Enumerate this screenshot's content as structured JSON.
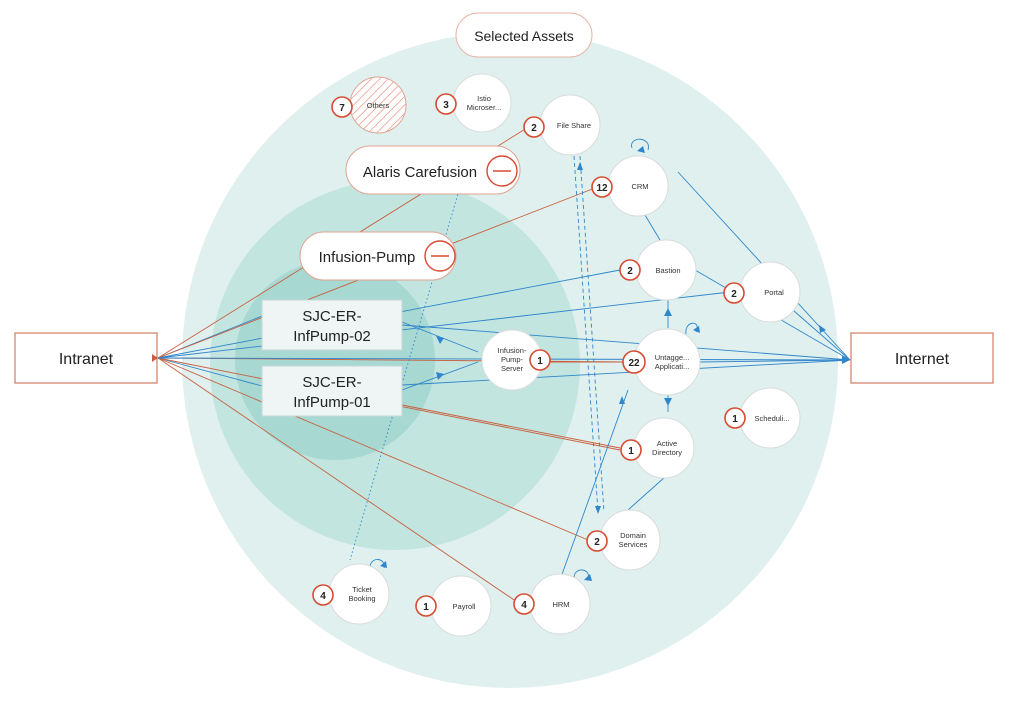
{
  "title": "Selected Assets",
  "endpoints": {
    "left": "Intranet",
    "right": "Internet"
  },
  "selected_groups": [
    {
      "label": "Alaris Carefusion"
    },
    {
      "label": "Infusion-Pump"
    }
  ],
  "devices": [
    {
      "lines": [
        "SJC-ER-",
        "InfPump-02"
      ]
    },
    {
      "lines": [
        "SJC-ER-",
        "InfPump-01"
      ]
    }
  ],
  "nodes": {
    "others": {
      "count": "7",
      "label": [
        "Others"
      ]
    },
    "istio": {
      "count": "3",
      "label": [
        "Istio",
        "Microser..."
      ]
    },
    "file_share": {
      "count": "2",
      "label": [
        "File Share"
      ]
    },
    "crm": {
      "count": "12",
      "label": [
        "CRM"
      ]
    },
    "bastion": {
      "count": "2",
      "label": [
        "Bastion"
      ]
    },
    "portal": {
      "count": "2",
      "label": [
        "Portal"
      ]
    },
    "inf_server": {
      "count": "1",
      "label": [
        "Infusion-",
        "Pump-",
        "Server"
      ]
    },
    "untagged": {
      "count": "22",
      "label": [
        "Untagge...",
        "Applicati..."
      ]
    },
    "scheduling": {
      "count": "1",
      "label": [
        "Scheduli..."
      ]
    },
    "active_dir": {
      "count": "1",
      "label": [
        "Active",
        "Directory"
      ]
    },
    "domain_svc": {
      "count": "2",
      "label": [
        "Domain",
        "Services"
      ]
    },
    "ticket": {
      "count": "4",
      "label": [
        "Ticket",
        "Booking"
      ]
    },
    "payroll": {
      "count": "1",
      "label": [
        "Payroll"
      ]
    },
    "hrm": {
      "count": "4",
      "label": [
        "HRM"
      ]
    }
  },
  "colors": {
    "zone_outer": "#dff0ee",
    "zone_mid": "#bfe3de",
    "zone_inner": "#9fd5cf",
    "flow_blue": "#2f86cc",
    "flow_red": "#c8603f",
    "badge_ring": "#d64b32"
  }
}
